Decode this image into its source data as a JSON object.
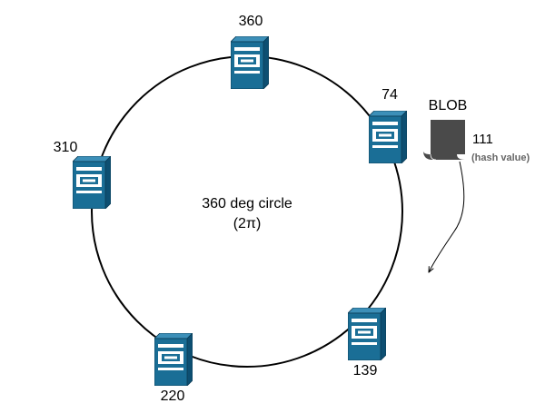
{
  "diagram": {
    "ring_title": "360 deg circle",
    "ring_subtitle": "(2π)",
    "nodes": [
      {
        "label": "360",
        "icon": "server-icon"
      },
      {
        "label": "74",
        "icon": "server-icon"
      },
      {
        "label": "139",
        "icon": "server-icon"
      },
      {
        "label": "220",
        "icon": "server-icon"
      },
      {
        "label": "310",
        "icon": "server-icon"
      }
    ],
    "blob": {
      "label": "BLOB",
      "value": "111",
      "note": "(hash value)",
      "icon": "scroll-icon"
    },
    "colors": {
      "server_front": "#1a6e96",
      "server_side": "#0d4f72",
      "server_top": "#3c8fb8",
      "blob": "#4a4a4a",
      "ring": "#000000"
    }
  }
}
